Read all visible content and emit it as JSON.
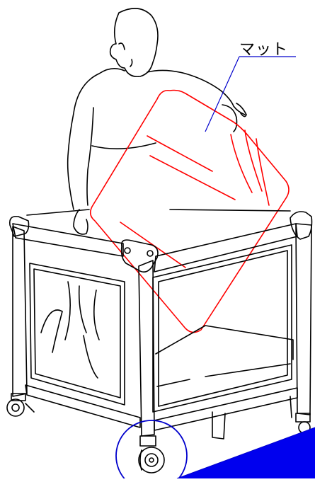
{
  "callout": {
    "label": "マット"
  },
  "colors": {
    "line": "#000000",
    "highlight": "#ff0000",
    "callout": "#0000cc",
    "fill": "#0000ee"
  },
  "parts": [
    "person",
    "mattress",
    "playpen-frame",
    "mesh-panel",
    "corner-cap",
    "caster-wheel"
  ]
}
